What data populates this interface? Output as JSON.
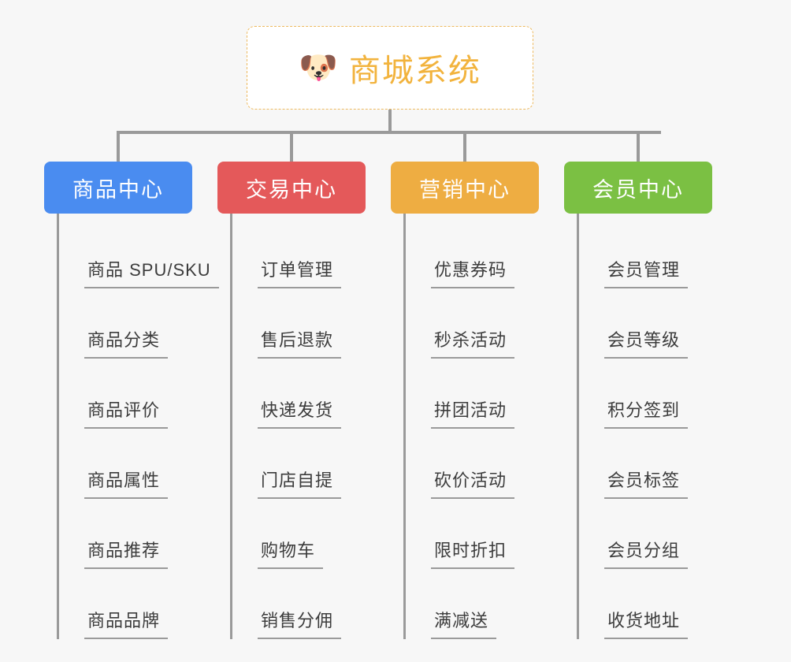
{
  "root": {
    "icon": "shiba-dog-face-icon",
    "emoji": "🐶",
    "title": "商城系统",
    "text_color": "#f2b33d",
    "border_color": "#edb95e",
    "background": "#ffffff"
  },
  "canvas": {
    "background": "#f7f7f7",
    "connector_color": "#9a9a9a"
  },
  "branches": [
    {
      "id": "product-center",
      "label": "商品中心",
      "color": "#4a8cf0",
      "items": [
        "商品 SPU/SKU",
        "商品分类",
        "商品评价",
        "商品属性",
        "商品推荐",
        "商品品牌"
      ]
    },
    {
      "id": "trade-center",
      "label": "交易中心",
      "color": "#e4595a",
      "items": [
        "订单管理",
        "售后退款",
        "快递发货",
        "门店自提",
        "购物车",
        "销售分佣"
      ]
    },
    {
      "id": "marketing-center",
      "label": "营销中心",
      "color": "#eead42",
      "items": [
        "优惠券码",
        "秒杀活动",
        "拼团活动",
        "砍价活动",
        "限时折扣",
        "满减送"
      ]
    },
    {
      "id": "member-center",
      "label": "会员中心",
      "color": "#7bc043",
      "items": [
        "会员管理",
        "会员等级",
        "积分签到",
        "会员标签",
        "会员分组",
        "收货地址"
      ]
    }
  ]
}
